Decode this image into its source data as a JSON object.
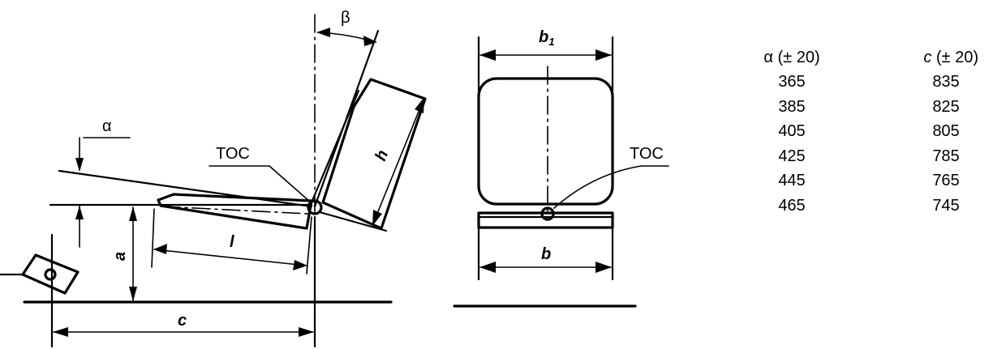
{
  "side_view": {
    "label_alpha": "α",
    "label_beta": "β",
    "label_toc": "TOC",
    "label_h": "h",
    "label_l": "l",
    "label_a": "a",
    "label_c": "c"
  },
  "front_view": {
    "label_b1_main": "b",
    "label_b1_sub": "1",
    "label_toc": "TOC",
    "label_b": "b"
  },
  "table": {
    "header": {
      "col1": "α (± 20)",
      "col2_var": "c",
      "col2_rest": " (± 20)"
    },
    "rows": [
      {
        "a": "365",
        "c": "835"
      },
      {
        "a": "385",
        "c": "825"
      },
      {
        "a": "405",
        "c": "805"
      },
      {
        "a": "425",
        "c": "785"
      },
      {
        "a": "445",
        "c": "765"
      },
      {
        "a": "465",
        "c": "745"
      }
    ]
  }
}
